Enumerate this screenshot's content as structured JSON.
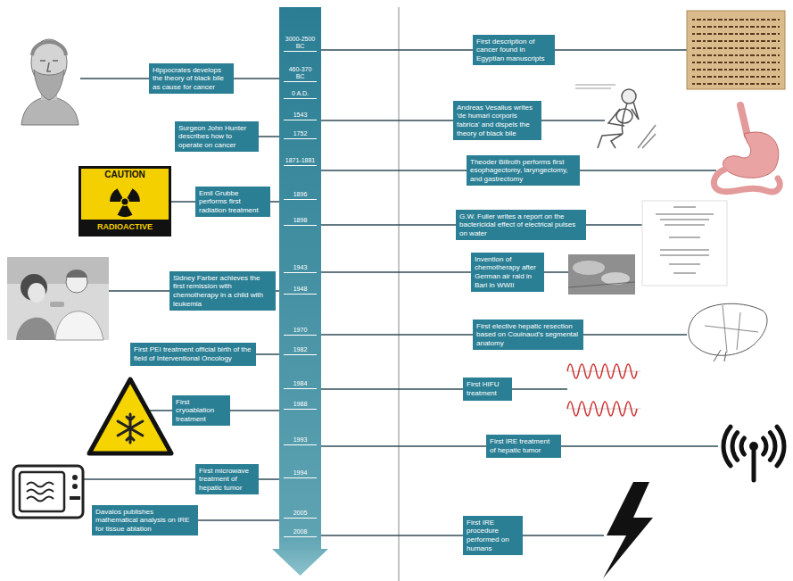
{
  "diagram": {
    "nodes": [
      {
        "text": [
          "3000-2500 BC",
          "460-370 BC",
          "0 A.D.",
          "1543",
          "1752",
          "1871-1881",
          "1896",
          "1898",
          "1943",
          "1948",
          "1970",
          "1982",
          "1984",
          "1988",
          "1993",
          "1994",
          "2005",
          "2008"
        ]
      },
      {
        "text": [
          "First description of cancer found in Egyptian manuscripts"
        ]
      },
      {
        "text": [
          "Hippocrates develops the theory of black bile as cause for cancer"
        ]
      },
      {
        "text": [
          "Andreas Vesalius writes 'de humari corporis fabrica' and dispels the theory of black bile"
        ]
      },
      {
        "text": [
          "Surgeon John Hunter describes how to operate on cancer"
        ]
      },
      {
        "text": [
          "Theoder Billroth performs first esophagectomy, laryngectomy, and gastrectomy"
        ]
      },
      {
        "text": [
          "Emil Grubbe performs first radiation treatment"
        ]
      },
      {
        "text": [
          "G.W. Fuller writes a report on the bactericidal effect of electrical pulses on water"
        ]
      },
      {
        "text": [
          "Invention of chemotherapy after German air raid in Bari in WWII"
        ]
      },
      {
        "text": [
          "Sidney Farber achieves the first remission with chemotherapy in a child with leukemia"
        ]
      },
      {
        "text": [
          "First elective hepatic resection based on Couinaud's segmental anatomy"
        ]
      },
      {
        "text": [
          "First PEI treatment official birth of the field of Interventional Oncology"
        ]
      },
      {
        "text": [
          "First HIFU treatment"
        ]
      },
      {
        "text": [
          "First cryoablation treatment"
        ]
      },
      {
        "text": [
          "First IRE treatment of hepatic tumor"
        ]
      },
      {
        "text": [
          "First microwave treatment of hepatic tumor"
        ]
      },
      {
        "text": [
          "Davalos publishes mathematical analysis on IRE for tissue ablation"
        ]
      },
      {
        "text": [
          "First IRE procedure performed on humans"
        ]
      }
    ],
    "edges": [
      {
        "from": 1,
        "to": 0,
        "arrow": "none"
      },
      {
        "from": 2,
        "to": 0,
        "arrow": "none"
      },
      {
        "from": 3,
        "to": 0,
        "arrow": "none"
      },
      {
        "from": 4,
        "to": 0,
        "arrow": "none"
      },
      {
        "from": 5,
        "to": 0,
        "arrow": "none"
      },
      {
        "from": 6,
        "to": 0,
        "arrow": "none"
      },
      {
        "from": 7,
        "to": 0,
        "arrow": "none"
      },
      {
        "from": 8,
        "to": 0,
        "arrow": "none"
      },
      {
        "from": 9,
        "to": 0,
        "arrow": "none"
      },
      {
        "from": 10,
        "to": 0,
        "arrow": "none"
      },
      {
        "from": 11,
        "to": 0,
        "arrow": "none"
      },
      {
        "from": 12,
        "to": 0,
        "arrow": "none"
      },
      {
        "from": 13,
        "to": 0,
        "arrow": "none"
      },
      {
        "from": 14,
        "to": 0,
        "arrow": "none"
      },
      {
        "from": 15,
        "to": 0,
        "arrow": "none"
      },
      {
        "from": 16,
        "to": 0,
        "arrow": "none"
      },
      {
        "from": 17,
        "to": 0,
        "arrow": "none"
      }
    ],
    "labels": [
      "CAUTION",
      "RADIOACTIVE"
    ]
  }
}
